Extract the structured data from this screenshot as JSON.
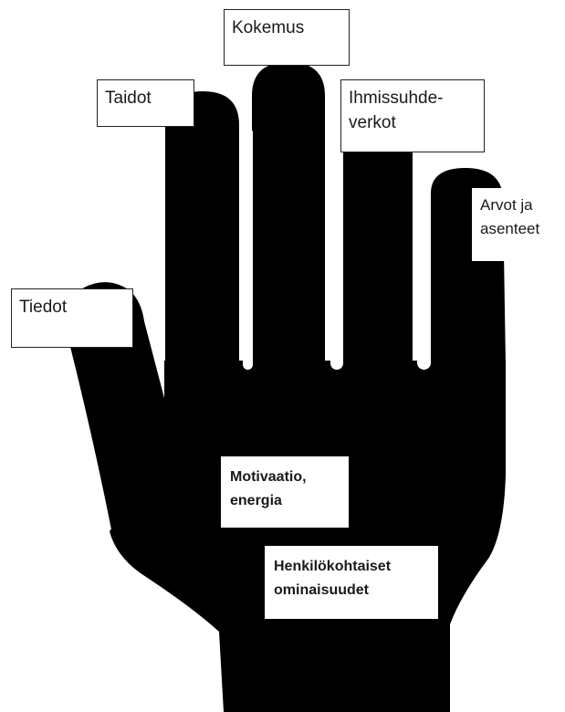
{
  "diagram": {
    "hand_color": "#000000",
    "background_color": "#ffffff",
    "labels": {
      "kokemus": "Kokemus",
      "taidot": "Taidot",
      "ihmissuhdeverkot": [
        "Ihmissuhde-",
        "verkot"
      ],
      "arvot_ja_asenteet": [
        "Arvot ja",
        "asenteet"
      ],
      "tiedot": "Tiedot",
      "motivaatio_energia": [
        "Motivaatio,",
        "energia"
      ],
      "henkilokohtaiset_ominaisuudet": [
        "Henkilökohtaiset",
        "ominaisuudet"
      ]
    }
  }
}
